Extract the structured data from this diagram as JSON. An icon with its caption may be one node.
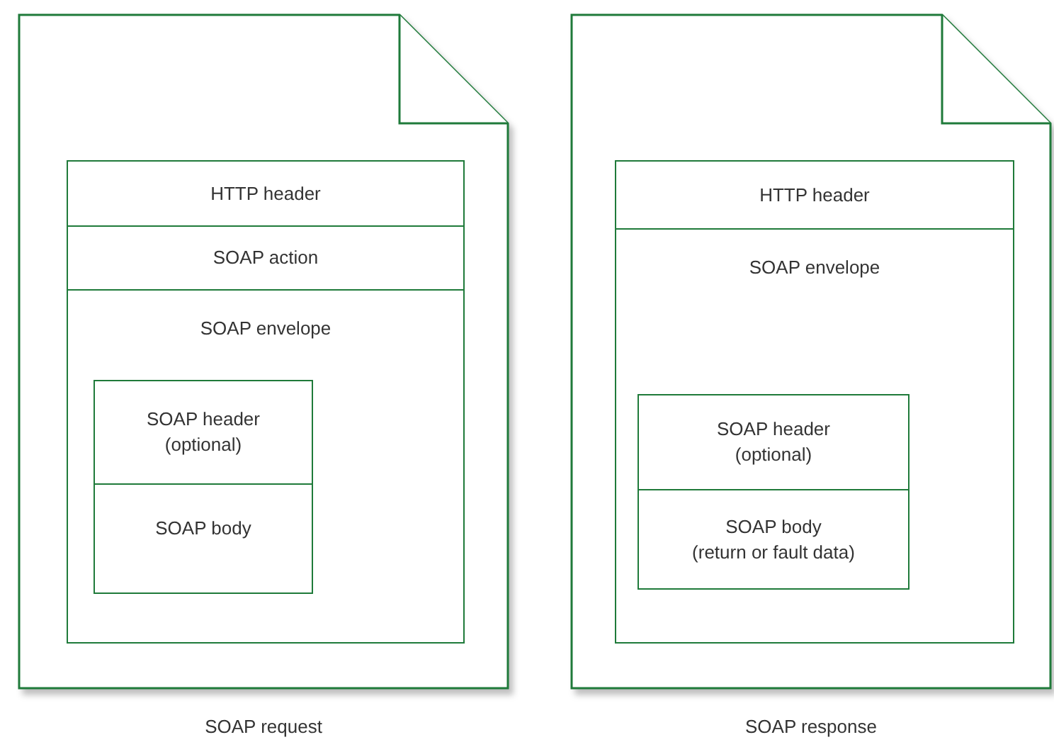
{
  "diagram": {
    "nodes": [
      {
        "text": [],
        "shape": "document",
        "beside": [
          "SOAP request"
        ]
      },
      {
        "text": [
          "HTTP header"
        ],
        "in": 0
      },
      {
        "text": [
          "SOAP action"
        ],
        "in": 0
      },
      {
        "text": [
          "SOAP envelope"
        ],
        "in": 0
      },
      {
        "text": [
          "SOAP header (optional)"
        ],
        "in": 3
      },
      {
        "text": [
          "SOAP body"
        ],
        "in": 3
      },
      {
        "text": [],
        "shape": "document",
        "beside": [
          "SOAP response"
        ]
      },
      {
        "text": [
          "HTTP header"
        ],
        "in": 6
      },
      {
        "text": [
          "SOAP envelope"
        ],
        "in": 6
      },
      {
        "text": [
          "SOAP header (optional)"
        ],
        "in": 8
      },
      {
        "text": [
          "SOAP body",
          "(return or fault data)"
        ],
        "in": 8
      }
    ]
  }
}
